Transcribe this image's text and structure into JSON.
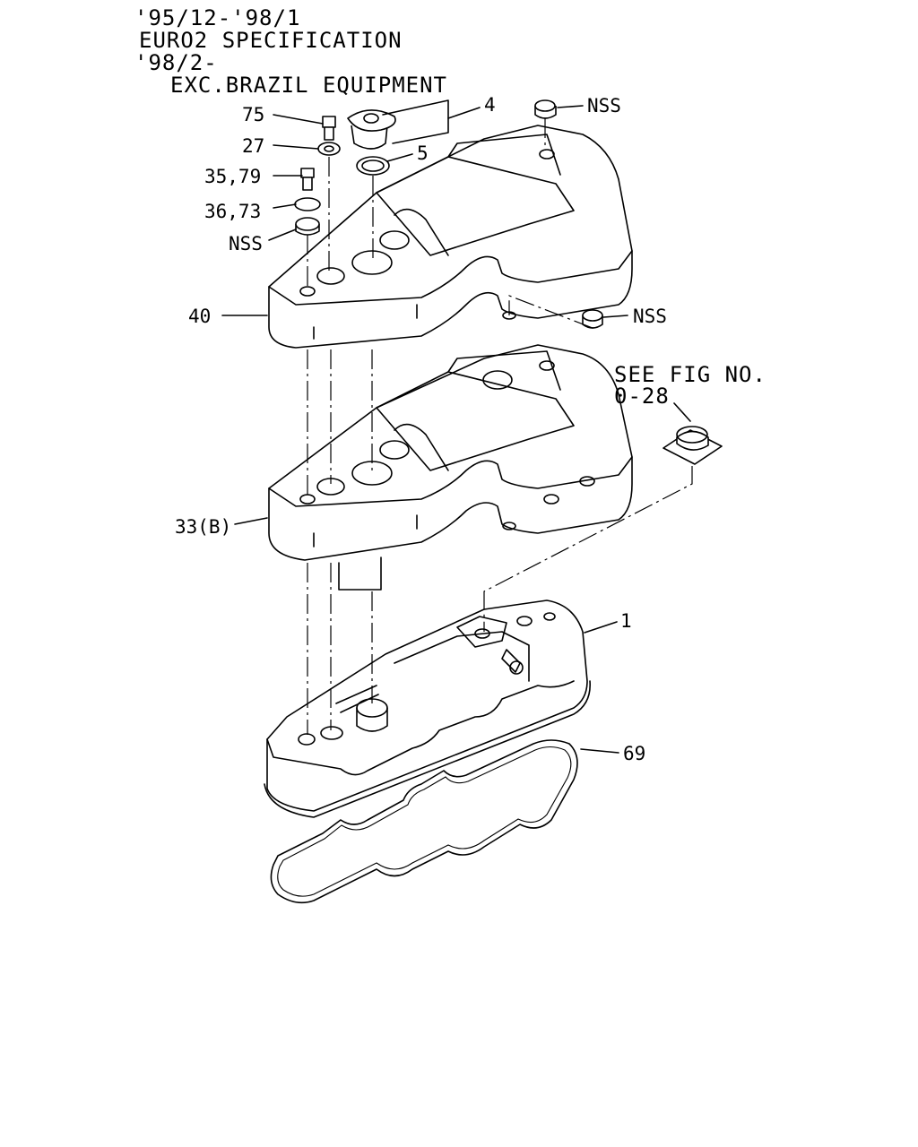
{
  "header": {
    "line1": "'95/12-'98/1",
    "line2": "EURO2 SPECIFICATION",
    "line3": "'98/2-",
    "line4": "EXC.BRAZIL EQUIPMENT"
  },
  "callouts": {
    "p75": "75",
    "p27": "27",
    "p35_79": "35,79",
    "p36_73": "36,73",
    "nss_left": "NSS",
    "p4": "4",
    "p5": "5",
    "nss_top": "NSS",
    "nss_right": "NSS",
    "p40": "40",
    "p33b": "33(B)",
    "p1": "1",
    "p69": "69"
  },
  "reference": {
    "line1": "SEE FIG NO.",
    "line2": "0-28"
  }
}
